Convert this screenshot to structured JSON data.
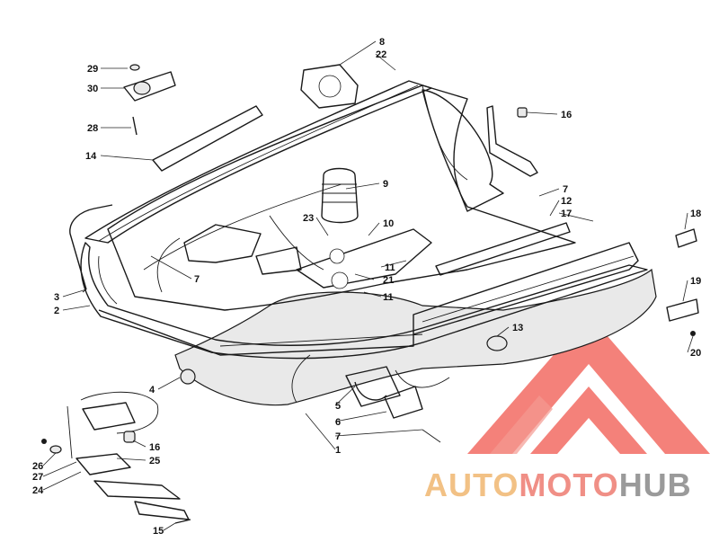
{
  "diagram": {
    "callouts": [
      {
        "id": "c29",
        "label": "29"
      },
      {
        "id": "c30",
        "label": "30"
      },
      {
        "id": "c28",
        "label": "28"
      },
      {
        "id": "c14",
        "label": "14"
      },
      {
        "id": "c8",
        "label": "8"
      },
      {
        "id": "c22",
        "label": "22"
      },
      {
        "id": "c16a",
        "label": "16"
      },
      {
        "id": "c9",
        "label": "9"
      },
      {
        "id": "c7a",
        "label": "7"
      },
      {
        "id": "c12",
        "label": "12"
      },
      {
        "id": "c17",
        "label": "17"
      },
      {
        "id": "c18",
        "label": "18"
      },
      {
        "id": "c23",
        "label": "23"
      },
      {
        "id": "c10",
        "label": "10"
      },
      {
        "id": "c11a",
        "label": "11"
      },
      {
        "id": "c21",
        "label": "21"
      },
      {
        "id": "c11b",
        "label": "11"
      },
      {
        "id": "c7b",
        "label": "7"
      },
      {
        "id": "c3",
        "label": "3"
      },
      {
        "id": "c2",
        "label": "2"
      },
      {
        "id": "c13",
        "label": "13"
      },
      {
        "id": "c19",
        "label": "19"
      },
      {
        "id": "c20",
        "label": "20"
      },
      {
        "id": "c4",
        "label": "4"
      },
      {
        "id": "c5",
        "label": "5"
      },
      {
        "id": "c6",
        "label": "6"
      },
      {
        "id": "c7c",
        "label": "7"
      },
      {
        "id": "c1",
        "label": "1"
      },
      {
        "id": "c16b",
        "label": "16"
      },
      {
        "id": "c26",
        "label": "26"
      },
      {
        "id": "c25",
        "label": "25"
      },
      {
        "id": "c27",
        "label": "27"
      },
      {
        "id": "c24",
        "label": "24"
      },
      {
        "id": "c15",
        "label": "15"
      }
    ]
  },
  "watermark": {
    "word_part1": "AUTO",
    "word_part2": "MOTO",
    "word_part3": "HUB",
    "colors": {
      "part1": "#f2c185",
      "part2": "#f08f86",
      "part3": "#9a9a9a",
      "triangle": "#f26b63"
    }
  }
}
